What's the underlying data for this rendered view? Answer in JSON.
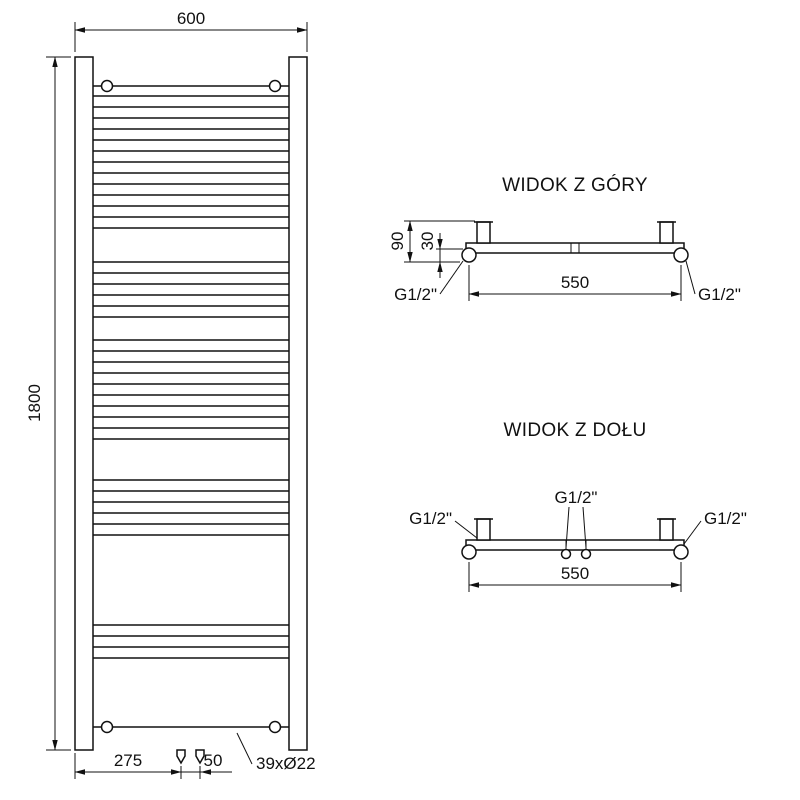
{
  "front_view": {
    "dim_width": "600",
    "dim_height": "1800",
    "dim_left_offset": "275",
    "dim_center_spacing": "50",
    "tubes_label": "39xØ22"
  },
  "top_view": {
    "title": "WIDOK Z GÓRY",
    "dim_depth": "90",
    "dim_wall": "30",
    "dim_span": "550",
    "conn_left": "G1/2\"",
    "conn_right": "G1/2\""
  },
  "bottom_view": {
    "title": "WIDOK Z DOŁU",
    "conn_left": "G1/2\"",
    "conn_center": "G1/2\"",
    "conn_right": "G1/2\"",
    "dim_span": "550"
  }
}
